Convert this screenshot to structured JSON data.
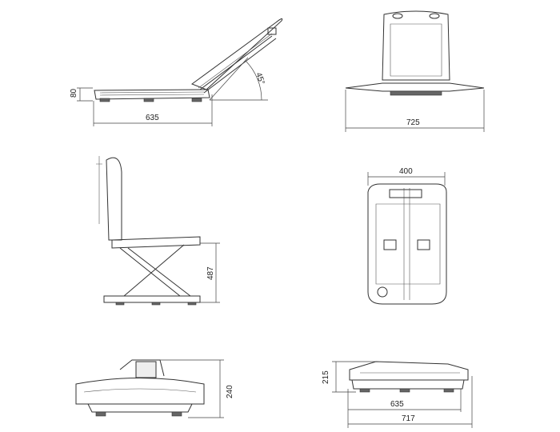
{
  "views": {
    "reclined_side": {
      "height_label": "80",
      "length_label": "635",
      "angle_label": "45°"
    },
    "back": {
      "width_label": "725"
    },
    "seated_side": {
      "seat_height_label": "487"
    },
    "top": {
      "width_label": "400"
    },
    "front": {
      "height_label": "240"
    },
    "lowered_side": {
      "height_label": "215",
      "length_label": "635",
      "overall_length_label": "717"
    }
  }
}
